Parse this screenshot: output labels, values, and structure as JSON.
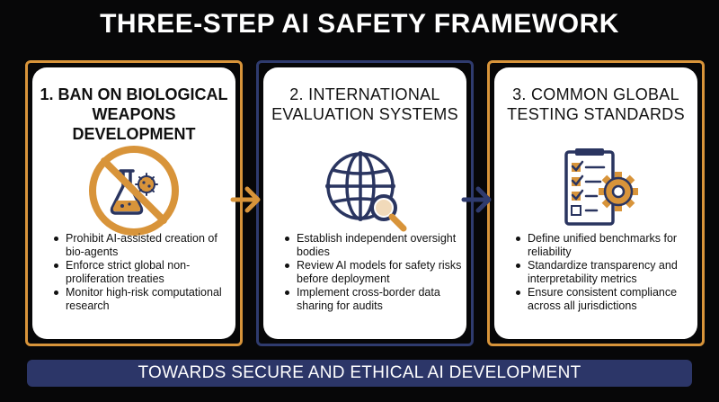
{
  "title": "THREE-STEP AI SAFETY FRAMEWORK",
  "steps": [
    {
      "title_line1": "1. BAN ON BIOLOGICAL",
      "title_line2": "WEAPONS DEVELOPMENT",
      "icon": "no-bioweapons-icon",
      "bullets": [
        "Prohibit AI-assisted creation of bio-agents",
        "Enforce strict global non-proliferation treaties",
        "Monitor high-risk computational research"
      ]
    },
    {
      "title_line1": "2. INTERNATIONAL",
      "title_line2": "EVALUATION SYSTEMS",
      "icon": "globe-magnifier-icon",
      "bullets": [
        "Establish independent oversight bodies",
        "Review AI models for safety risks before deployment",
        "Implement cross-border data sharing for audits"
      ]
    },
    {
      "title_line1": "3. COMMON GLOBAL",
      "title_line2": "TESTING STANDARDS",
      "icon": "checklist-gear-icon",
      "bullets": [
        "Define unified benchmarks for reliability",
        "Standardize transparency and interpretability metrics",
        "Ensure consistent compliance across all jurisdictions"
      ]
    }
  ],
  "footer": "TOWARDS SECURE AND ETHICAL AI DEVELOPMENT",
  "colors": {
    "background": "#070708",
    "accent": "#d8943a",
    "navy": "#2c3668",
    "icon_dark": "#2a3560",
    "card": "#ffffff"
  }
}
